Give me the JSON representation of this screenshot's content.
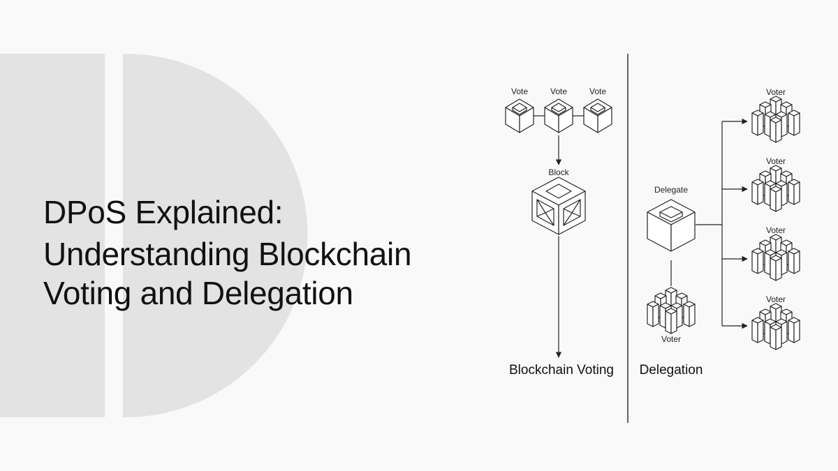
{
  "title": {
    "line1": "DPoS Explained:",
    "line2": "Understanding Blockchain",
    "line3": "Voting and Delegation"
  },
  "voting": {
    "vote_labels": [
      "Vote",
      "Vote",
      "Vote"
    ],
    "block_label": "Block",
    "caption": "Blockchain Voting"
  },
  "delegation": {
    "delegate_label": "Delegate",
    "bottom_voter_label": "Voter",
    "voter_labels": [
      "Voter",
      "Voter",
      "Voter",
      "Voter"
    ],
    "caption": "Delegation"
  },
  "icons": {
    "vote_cube": "cube-icon",
    "block_cube": "block-frame-icon",
    "delegate_cube": "cube-icon",
    "voter": "cube-cluster-icon"
  },
  "colors": {
    "background": "#f9f9f9",
    "logo_shape": "#e3e3e3",
    "ink": "#111111"
  }
}
